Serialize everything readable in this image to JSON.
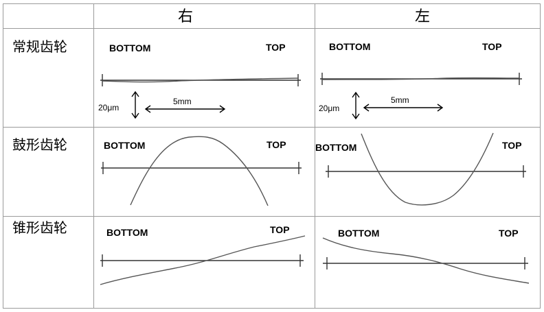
{
  "headers": {
    "right": "右",
    "left": "左"
  },
  "rows": [
    {
      "label": "常规齿轮"
    },
    {
      "label": "鼓形齿轮"
    },
    {
      "label": "锥形齿轮"
    }
  ],
  "end_labels": {
    "bottom": "BOTTOM",
    "top": "TOP"
  },
  "scale": {
    "vertical": "20μm",
    "horizontal": "5mm"
  }
}
